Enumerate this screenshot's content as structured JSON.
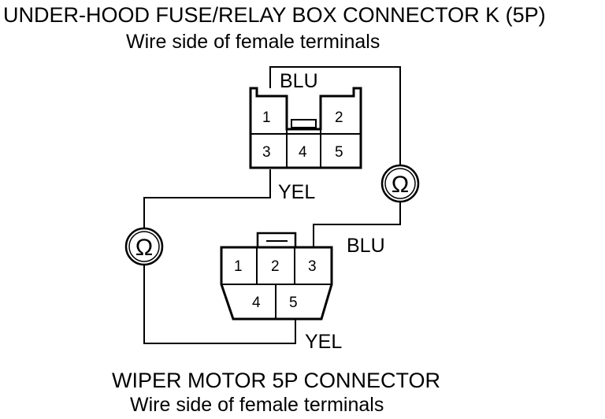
{
  "top_connector": {
    "title": "UNDER-HOOD FUSE/RELAY BOX CONNECTOR K (5P)",
    "subtitle": "Wire side of female terminals",
    "pins": [
      "1",
      "2",
      "3",
      "4",
      "5"
    ],
    "wire_top": "BLU",
    "wire_bottom": "YEL"
  },
  "bottom_connector": {
    "title": "WIPER MOTOR 5P CONNECTOR",
    "subtitle": "Wire side of female terminals",
    "pins": [
      "1",
      "2",
      "3",
      "4",
      "5"
    ],
    "wire_right": "BLU",
    "wire_bottom": "YEL"
  },
  "meters": {
    "symbol": "Ω",
    "icon": "ohmmeter-icon"
  }
}
